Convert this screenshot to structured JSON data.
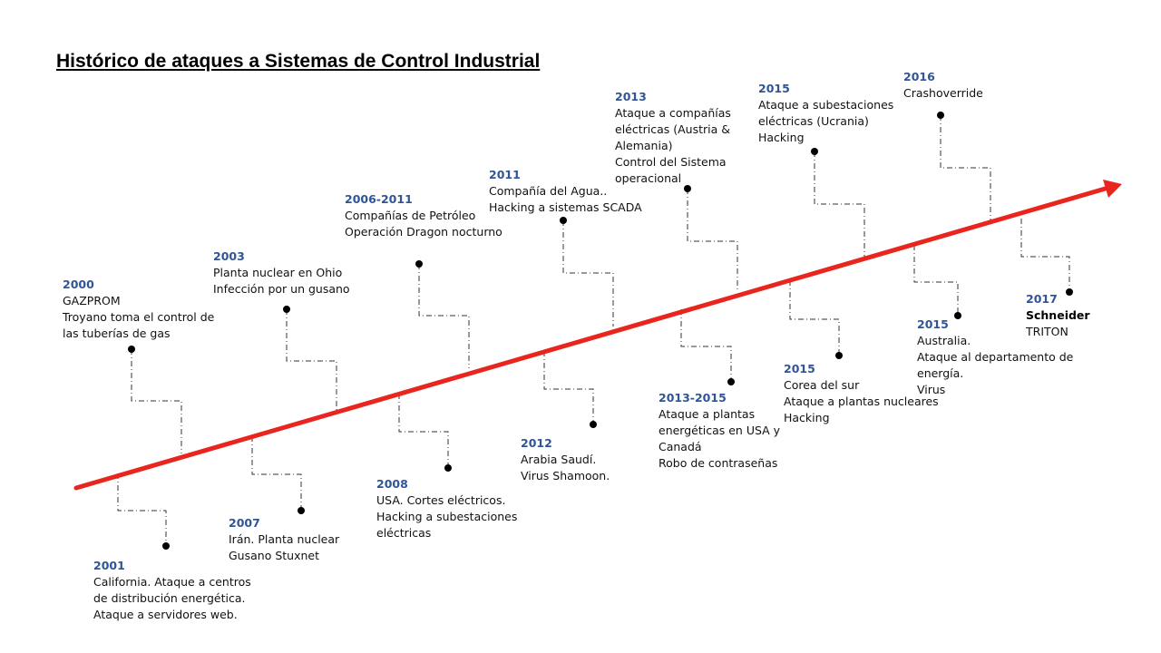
{
  "title": "Histórico de ataques a Sistemas de Control Industrial",
  "colors": {
    "timeline": "#e8261e",
    "year": "#2f5597",
    "connector": "#333333",
    "dot": "#000000"
  },
  "events": [
    {
      "id": "2000",
      "year": "2000",
      "lines": [
        "GAZPROM",
        "Troyano toma el control de",
        "las tuberías de gas"
      ]
    },
    {
      "id": "2001",
      "year": "2001",
      "lines": [
        "California. Ataque a centros",
        "de distribución energética.",
        "Ataque a servidores web."
      ]
    },
    {
      "id": "2003",
      "year": "2003",
      "lines": [
        "Planta nuclear en Ohio",
        "Infección por un gusano"
      ]
    },
    {
      "id": "2007",
      "year": "2007",
      "lines": [
        "Irán. Planta nuclear",
        "Gusano Stuxnet"
      ]
    },
    {
      "id": "2006-2011",
      "year": "2006-2011",
      "lines": [
        "Compañías de Petróleo",
        "Operación Dragon nocturno"
      ]
    },
    {
      "id": "2008",
      "year": "2008",
      "lines": [
        "USA. Cortes eléctricos.",
        "Hacking a subestaciones",
        "eléctricas"
      ]
    },
    {
      "id": "2011",
      "year": "2011",
      "lines": [
        "Compañía del Agua..",
        "Hacking a sistemas SCADA"
      ]
    },
    {
      "id": "2012",
      "year": "2012",
      "lines": [
        "Arabia Saudí.",
        "Virus Shamoon."
      ]
    },
    {
      "id": "2013",
      "year": "2013",
      "lines": [
        "Ataque a compañías",
        "eléctricas (Austria &",
        "Alemania)",
        "Control del Sistema",
        "operacional"
      ]
    },
    {
      "id": "2013-2015",
      "year": "2013-2015",
      "lines": [
        "Ataque a plantas",
        "energéticas en USA y",
        "Canadá",
        "Robo de contraseñas"
      ]
    },
    {
      "id": "2015a",
      "year": "2015",
      "lines": [
        "Ataque a subestaciones",
        "eléctricas (Ucrania)",
        "Hacking"
      ]
    },
    {
      "id": "2015b",
      "year": "2015",
      "lines": [
        "Corea del sur",
        "Ataque a plantas nucleares",
        "Hacking"
      ]
    },
    {
      "id": "2016",
      "year": "2016",
      "lines": [
        "Crashoverride"
      ]
    },
    {
      "id": "2015c",
      "year": "2015",
      "lines": [
        "Australia.",
        "Ataque al departamento de",
        "energía.",
        "Virus"
      ]
    },
    {
      "id": "2017",
      "year": "2017",
      "lines": [
        "Schneider",
        "TRITON"
      ],
      "bold_first": true
    }
  ]
}
